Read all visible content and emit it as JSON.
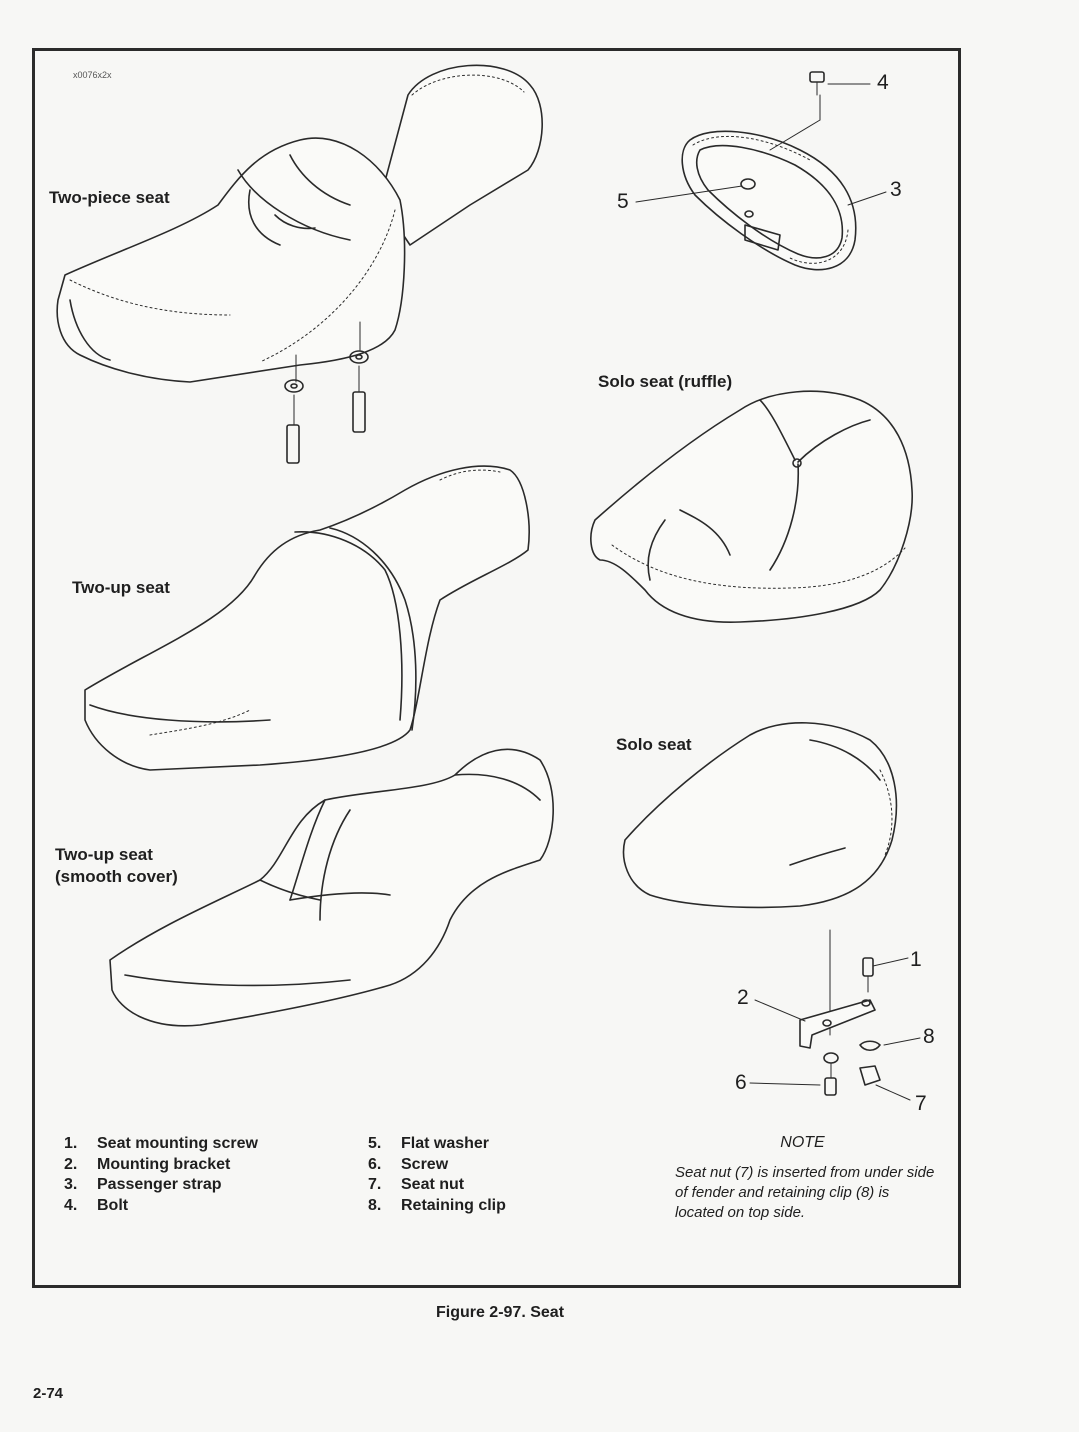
{
  "figure_code": "x0076x2x",
  "labels": {
    "two_piece": "Two-piece seat",
    "two_up": "Two-up seat",
    "two_up_smooth_1": "Two-up seat",
    "two_up_smooth_2": "(smooth cover)",
    "solo_ruffle": "Solo seat (ruffle)",
    "solo": "Solo seat"
  },
  "callouts": [
    "1",
    "2",
    "3",
    "4",
    "5",
    "6",
    "7",
    "8"
  ],
  "legend": {
    "col1": [
      {
        "num": "1.",
        "text": "Seat mounting screw"
      },
      {
        "num": "2.",
        "text": "Mounting bracket"
      },
      {
        "num": "3.",
        "text": "Passenger strap"
      },
      {
        "num": "4.",
        "text": "Bolt"
      }
    ],
    "col2": [
      {
        "num": "5.",
        "text": "Flat washer"
      },
      {
        "num": "6.",
        "text": "Screw"
      },
      {
        "num": "7.",
        "text": "Seat nut"
      },
      {
        "num": "8.",
        "text": "Retaining clip"
      }
    ]
  },
  "note": {
    "title": "NOTE",
    "text": "Seat nut (7) is inserted from under side of fender and retaining clip (8) is located on top side."
  },
  "caption": "Figure 2-97. Seat",
  "page_number": "2-74"
}
